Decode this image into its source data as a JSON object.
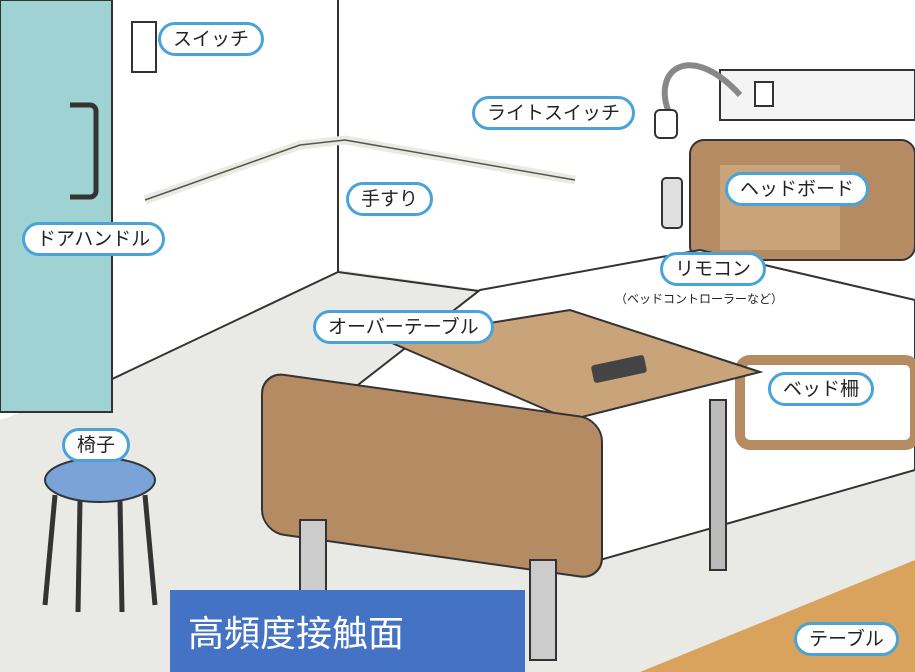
{
  "labels": {
    "switch": "スイッチ",
    "light_switch": "ライトスイッチ",
    "handrail": "手すり",
    "door_handle": "ドアハンドル",
    "headboard": "ヘッドボード",
    "remote": "リモコン",
    "remote_note": "（ベッドコントローラーなど）",
    "overbed_table": "オーバーテーブル",
    "bed_rail": "ベッド柵",
    "chair": "椅子",
    "table": "テーブル"
  },
  "banner": {
    "text": "高頻度接触面"
  },
  "colors": {
    "label_border": "#4aa3d8",
    "banner_bg": "#4472c4",
    "door": "#9fd3d3",
    "floor": "#e9e9e6",
    "bed_frame": "#b58b63",
    "stool_seat": "#7aa4d8",
    "table_floor": "#d9a35e"
  }
}
